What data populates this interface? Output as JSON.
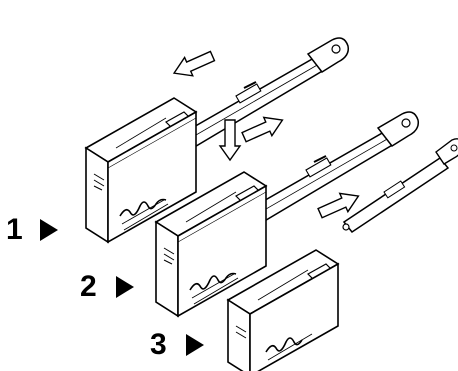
{
  "steps": [
    {
      "number": "1",
      "icon": "right-pointer-icon",
      "action": "pull-tab-out",
      "arrow_icon": "left-arrow-icon"
    },
    {
      "number": "2",
      "icon": "right-pointer-icon",
      "action": "insert-and-press",
      "arrow_icon": "right-arrow-icon"
    },
    {
      "number": "3",
      "icon": "right-pointer-icon",
      "action": "insert-tab",
      "arrow_icon": "right-arrow-icon"
    }
  ],
  "colors": {
    "ink": "#000000",
    "paper": "#ffffff",
    "shade": "#d8d8d8"
  }
}
